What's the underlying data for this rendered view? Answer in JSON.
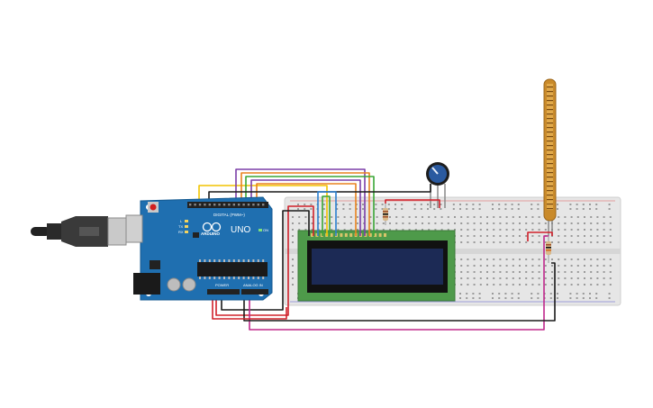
{
  "circuit": {
    "board": {
      "brand_label": "ARDUINO",
      "model_label": "UNO",
      "digital_header_label": "DIGITAL (PWM~)",
      "power_header_label": "POWER",
      "analog_header_label": "ANALOG IN",
      "tx_label": "TX",
      "rx_label": "RX",
      "on_label": "ON",
      "l_label": "L"
    },
    "components": [
      {
        "name": "arduino-uno",
        "kind": "microcontroller"
      },
      {
        "name": "usb-cable",
        "kind": "cable"
      },
      {
        "name": "breadboard",
        "kind": "breadboard"
      },
      {
        "name": "lcd-16x2",
        "kind": "display"
      },
      {
        "name": "potentiometer",
        "kind": "knob"
      },
      {
        "name": "flex-sensor",
        "kind": "sensor"
      },
      {
        "name": "resistor-lcd-backlight",
        "kind": "resistor"
      },
      {
        "name": "resistor-flex-divider",
        "kind": "resistor"
      }
    ],
    "wire_colors": {
      "yellow": "#f2c400",
      "orange": "#e8821e",
      "green": "#3aa635",
      "purple": "#7b3fa8",
      "red": "#d0202a",
      "black": "#1a1a1a",
      "magenta": "#c0288c",
      "blue": "#2a7fd0"
    },
    "colors": {
      "board": "#1f6fb0",
      "lcd_pcb": "#4e9a4a",
      "lcd_screen": "#1c2a55",
      "breadboard": "#e6e6e6",
      "flex": "#c98a2a",
      "pot_knob": "#2a5aa0"
    }
  }
}
